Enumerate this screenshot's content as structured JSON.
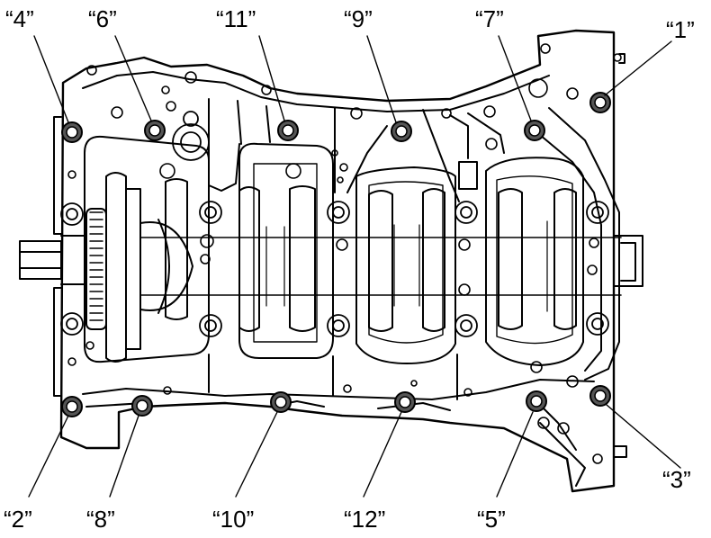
{
  "diagram": {
    "colors": {
      "stroke": "#000000",
      "background": "#ffffff",
      "bolt_fill": "#555555"
    },
    "bolt_labels": [
      {
        "id": "1",
        "text": "“1”"
      },
      {
        "id": "2",
        "text": "“2”"
      },
      {
        "id": "3",
        "text": "“3”"
      },
      {
        "id": "4",
        "text": "“4”"
      },
      {
        "id": "5",
        "text": "“5”"
      },
      {
        "id": "6",
        "text": "“6”"
      },
      {
        "id": "7",
        "text": "“7”"
      },
      {
        "id": "8",
        "text": "“8”"
      },
      {
        "id": "9",
        "text": "“9”"
      },
      {
        "id": "10",
        "text": "“10”"
      },
      {
        "id": "11",
        "text": "“11”"
      },
      {
        "id": "12",
        "text": "“12”"
      }
    ]
  }
}
